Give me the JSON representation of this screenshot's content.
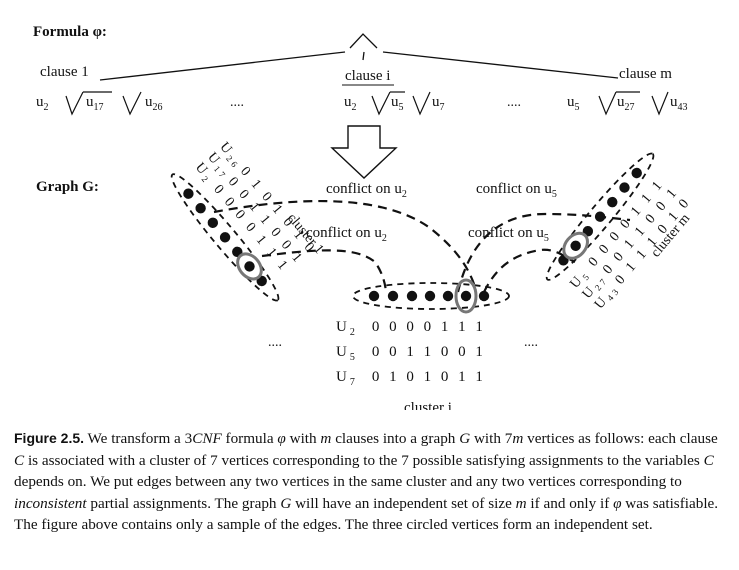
{
  "formula_label": "Formula φ:",
  "graph_label": "Graph G:",
  "clauses": {
    "c1": {
      "label": "clause 1",
      "v1": "u",
      "s1": "2",
      "v2": "u",
      "s2": "17",
      "v3": "u",
      "s3": "26"
    },
    "ci": {
      "label": "clause i",
      "v1": "u",
      "s1": "2",
      "v2": "u",
      "s2": "5",
      "v3": "u",
      "s3": "7"
    },
    "cm": {
      "label": "clause m",
      "v1": "u",
      "s1": "5",
      "v2": "u",
      "s2": "27",
      "v3": "u",
      "s3": "43"
    }
  },
  "ellipsis": "....",
  "conflicts": {
    "a": {
      "text": "conflict on u",
      "sub": "2"
    },
    "b": {
      "text": "conflict on u",
      "sub": "5"
    },
    "c": {
      "text": "conflict on u",
      "sub": "2"
    },
    "d": {
      "text": "conflict on u",
      "sub": "5"
    }
  },
  "cluster1": {
    "name": "cluster 1",
    "rows": [
      {
        "var": "U",
        "sub": "2",
        "bits": "0 0 0 0 1 1 1"
      },
      {
        "var": "U",
        "sub": "17",
        "bits": "0 0 1 1 0 0 1"
      },
      {
        "var": "U",
        "sub": "26",
        "bits": "0 1 0 1 0 1 0"
      }
    ]
  },
  "clusteri": {
    "name": "cluster i",
    "rows": [
      {
        "var": "U",
        "sub": "2",
        "bits": "0 0 0 0 1 1  1"
      },
      {
        "var": "U",
        "sub": "5",
        "bits": "0 0 1  1 0 0  1"
      },
      {
        "var": "U",
        "sub": "7",
        "bits": "0 1 0 1 0 1  1"
      }
    ]
  },
  "clusterm": {
    "name": "cluster m",
    "rows": [
      {
        "var": "U",
        "sub": "5",
        "bits": "0 0 0 0 1 1 1"
      },
      {
        "var": "U",
        "sub": "27",
        "bits": "0 0 1 1 0 0 1"
      },
      {
        "var": "U",
        "sub": "43",
        "bits": "0 1 1 1 0 1 0"
      }
    ]
  },
  "caption": {
    "label": "Figure 2.5.",
    "p1": " We transform a 3",
    "cnf": "CNF",
    "p2": " formula ",
    "phi": "φ",
    "p3": " with ",
    "m1": "m",
    "p4": " clauses into a graph ",
    "g1": "G",
    "p5": " with 7",
    "m2": "m",
    "p6": " vertices as follows: each clause ",
    "c1": "C",
    "p7": " is associated with a cluster of 7 vertices corresponding to the 7 possible satisfying assignments to the variables ",
    "c2": "C",
    "p8": " depends on. We put edges between any two vertices in the same cluster and any two vertices corresponding to ",
    "inconsistent": "inconsistent",
    "p9": " partial assignments. The graph ",
    "g2": "G",
    "p10": " will have an independent set of size ",
    "m3": "m",
    "p11": " if and only if ",
    "phi2": "φ",
    "p12": " was satisfiable. The figure above contains only a sample of the edges. The three circled vertices form an independent set."
  }
}
